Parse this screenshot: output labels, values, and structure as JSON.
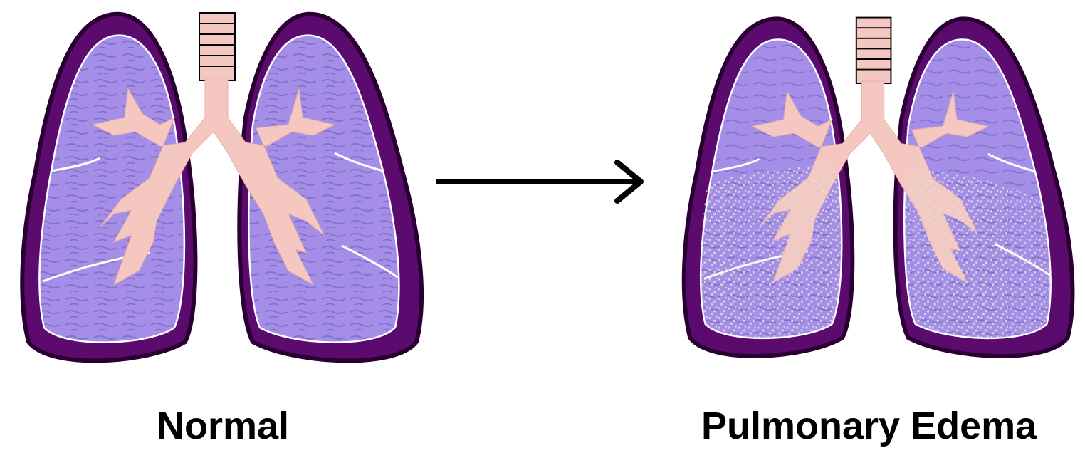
{
  "diagram": {
    "left_panel": {
      "label": "Normal",
      "icon": "lungs-icon",
      "state": "normal"
    },
    "transition": {
      "icon": "right-arrow-icon"
    },
    "right_panel": {
      "label": "Pulmonary Edema",
      "icon": "lungs-edema-icon",
      "state": "fluid-filled"
    },
    "colors": {
      "lung_outer": "#5b0a6e",
      "lung_fill": "#a58ee8",
      "airway": "#f4c7c0",
      "fluid": "#d4d4d4",
      "arrow": "#000000"
    }
  }
}
